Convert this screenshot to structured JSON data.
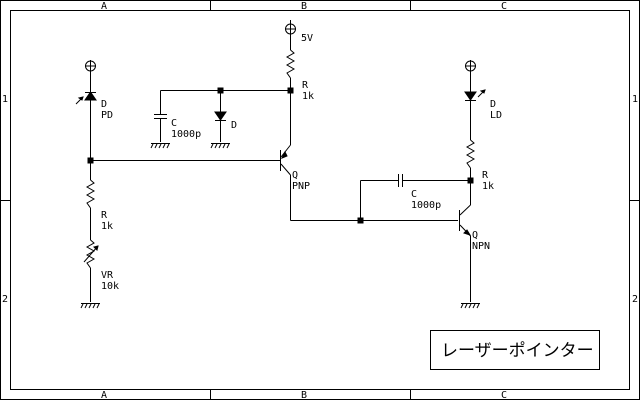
{
  "title_block": {
    "title": "レーザーポインター"
  },
  "frame": {
    "columns": [
      "A",
      "B",
      "C"
    ],
    "rows": [
      "1",
      "2"
    ]
  },
  "supply": {
    "label": "5V"
  },
  "components": {
    "pd": {
      "ref": "D",
      "value": "PD"
    },
    "d1": {
      "ref": "D",
      "value": ""
    },
    "c1": {
      "ref": "C",
      "value": "1000p"
    },
    "r1": {
      "ref": "R",
      "value": "1k"
    },
    "r2": {
      "ref": "R",
      "value": "1k"
    },
    "vr": {
      "ref": "VR",
      "value": "10k"
    },
    "q_pnp": {
      "ref": "Q",
      "value": "PNP"
    },
    "c2": {
      "ref": "C",
      "value": "1000p"
    },
    "r3": {
      "ref": "R",
      "value": "1k"
    },
    "ld": {
      "ref": "D",
      "value": "LD"
    },
    "q_npn": {
      "ref": "Q",
      "value": "NPN"
    }
  }
}
